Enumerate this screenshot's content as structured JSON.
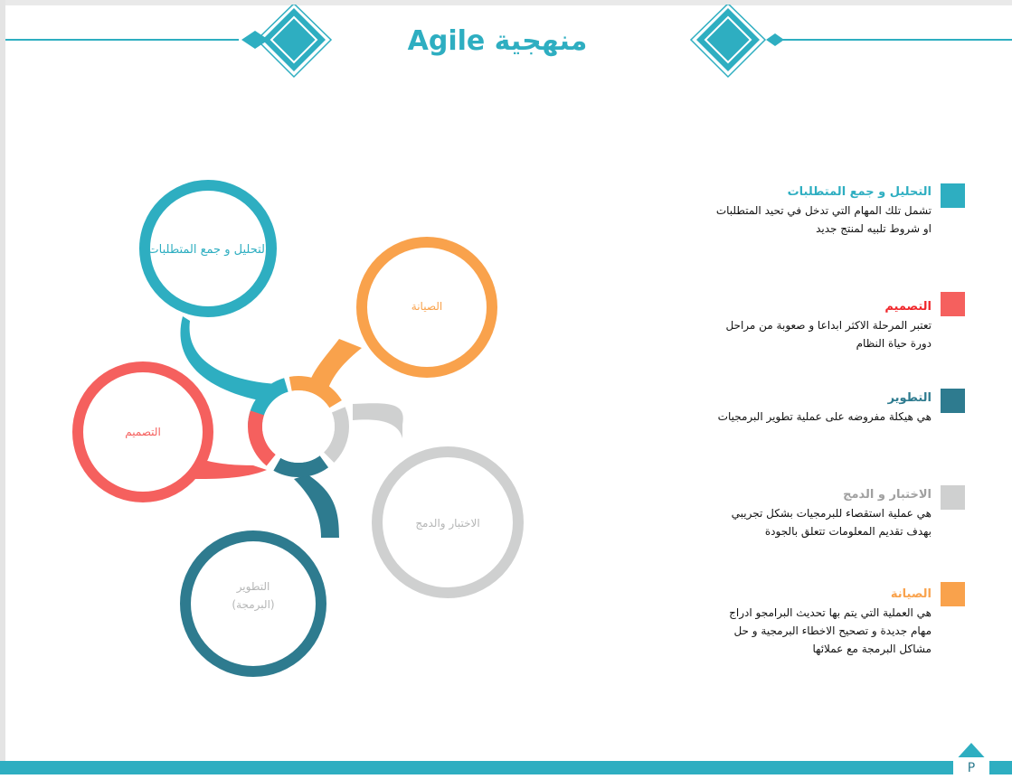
{
  "title": "منهجية Agile",
  "colors": {
    "teal": "#2eaec1",
    "red": "#f5605e",
    "dark_teal": "#2e7b8f",
    "gray": "#cfd0d0",
    "orange": "#f9a24c"
  },
  "diagram": {
    "analysis": "التحليل و جمع المتطلبات",
    "maintenance": "الصيانة",
    "design": "التصميم",
    "testing": "الاختبار والدمج",
    "development_line1": "التطوير",
    "development_line2": "(البرمجة)"
  },
  "legend": [
    {
      "title": "التحليل و جمع المتطلبات",
      "lines": [
        "تشمل تلك المهام التي تدخل في تحيد المتطلبات",
        "او شروط تلبيه لمنتج جديد"
      ],
      "color": "#2eaec1"
    },
    {
      "title": "التصميم",
      "lines": [
        "تعتبر المرحلة الاكثر ابداعا و صعوبة من مراحل",
        "دورة حياة النظام"
      ],
      "color": "#f5605e"
    },
    {
      "title": "التطوير",
      "lines": [
        "هي هيكلة مفروضه على عملية تطوير البرمجيات"
      ],
      "color": "#2e7b8f"
    },
    {
      "title": "الاختبار و الدمج",
      "lines": [
        "هي عملية استقصاء للبرمجيات بشكل تجريبي",
        "بهدف تقديم المعلومات تتعلق بالجودة"
      ],
      "color": "#cfd0d0"
    },
    {
      "title": "الصيانة",
      "lines": [
        "هي العملية التي يتم بها تحديث البرامجو ادراج",
        "مهام جديدة و تصحيح الاخطاء البرمجية و حل",
        "مشاكل البرمجة مع عملائها"
      ],
      "color": "#f9a24c"
    }
  ],
  "page_number": "P"
}
